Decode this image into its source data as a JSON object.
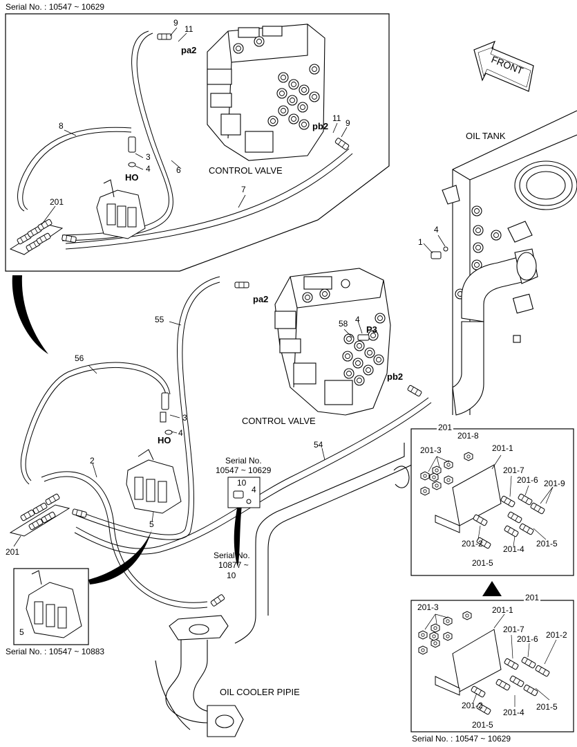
{
  "header": {
    "serial_top": "Serial No. : 10547 ~ 10629"
  },
  "labels": {
    "front": "FRONT",
    "oil_tank": "OIL TANK",
    "control_valve_top": "CONTROL VALVE",
    "control_valve_main": "CONTROL VALVE",
    "oil_cooler_pipe": "OIL COOLER PIPIE",
    "pa2_top": "pa2",
    "pb2_top": "pb2",
    "ho_top": "HO",
    "pa2_main": "pa2",
    "pb2_main": "pb2",
    "p3": "P3",
    "ho_main": "HO"
  },
  "callouts_top": {
    "n9a": "9",
    "n11a": "11",
    "n11b": "11",
    "n9b": "9",
    "n8": "8",
    "n3": "3",
    "n4": "4",
    "n6": "6",
    "n7": "7",
    "n201": "201"
  },
  "callouts_tank": {
    "n4": "4",
    "n1": "1"
  },
  "callouts_main": {
    "n55": "55",
    "n56": "56",
    "n58": "58",
    "n4p3": "4",
    "n3": "3",
    "n4": "4",
    "n54": "54",
    "n2": "2",
    "n5": "5",
    "n201": "201",
    "n10a": "10",
    "n4b": "4",
    "n10b": "10"
  },
  "serials": {
    "s1_line1": "Serial No.",
    "s1_line2": "10547 ~ 10629",
    "s2_line1": "Serial No.",
    "s2_line2": "10877 ~",
    "inset_bottom": "Serial No. : 10547 ~ 10883",
    "right_bottom": "Serial No. : 10547 ~ 10629"
  },
  "inset_5": {
    "n5": "5"
  },
  "detail_top": {
    "title": "201",
    "c201_8": "201-8",
    "c201_3": "201-3",
    "c201_1": "201-1",
    "c201_7": "201-7",
    "c201_6": "201-6",
    "c201_9": "201-9",
    "c201_2": "201-2",
    "c201_4": "201-4",
    "c201_5a": "201-5",
    "c201_5b": "201-5"
  },
  "detail_bottom": {
    "title": "201",
    "c201_3": "201-3",
    "c201_1": "201-1",
    "c201_7": "201-7",
    "c201_6": "201-6",
    "c201_2a": "201-2",
    "c201_2b": "201-2",
    "c201_4": "201-4",
    "c201_5a": "201-5",
    "c201_5b": "201-5"
  }
}
